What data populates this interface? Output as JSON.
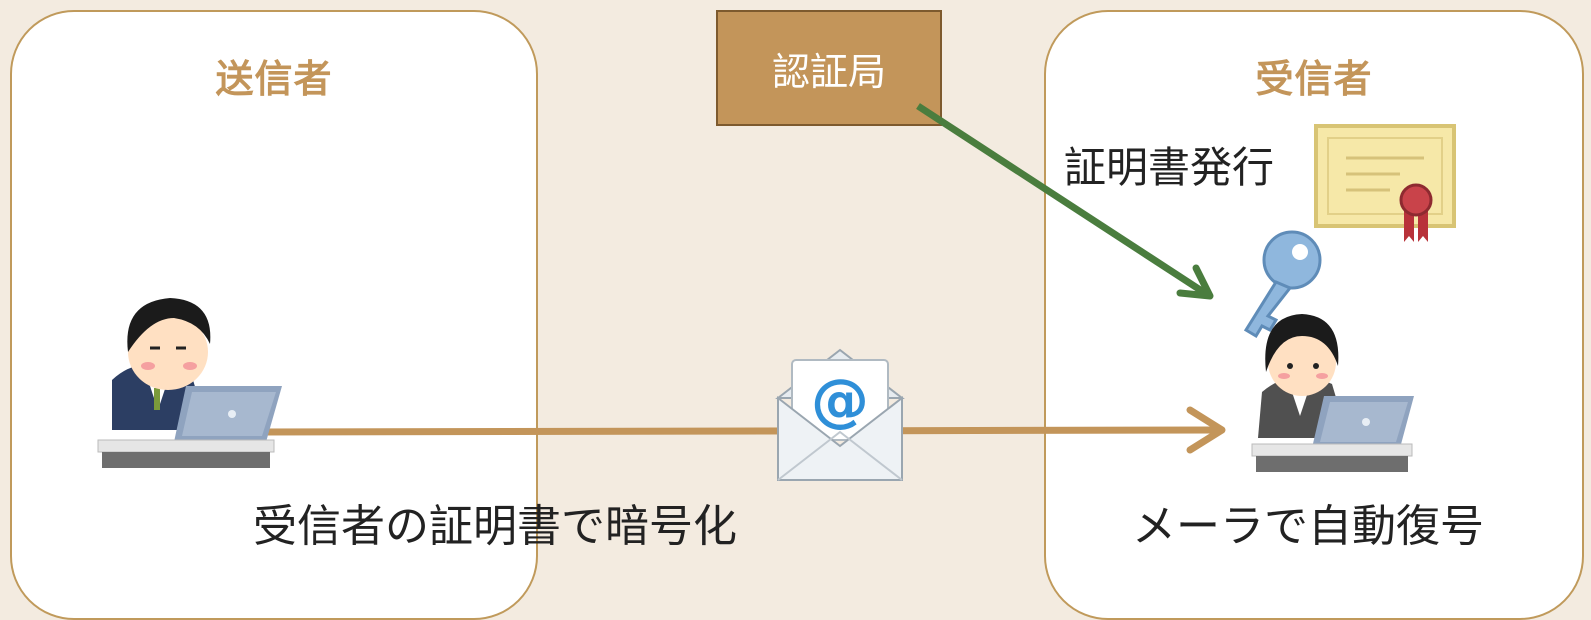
{
  "sender": {
    "title": "送信者"
  },
  "receiver": {
    "title": "受信者"
  },
  "certificate_authority": {
    "label": "認証局"
  },
  "labels": {
    "certificate_issue": "証明書発行",
    "encrypt_with_recipient_cert": "受信者の証明書で暗号化",
    "auto_decrypt_by_mailer": "メーラで自動復号"
  },
  "email_icon": {
    "symbol": "@"
  },
  "colors": {
    "background": "#f3ebe0",
    "accent": "#c3955a",
    "ca_arrow": "#4a7d3e",
    "email_arrow": "#c3955a"
  },
  "icons": [
    "sender-person-laptop-icon",
    "envelope-at-icon",
    "receiver-person-laptop-icon",
    "certificate-icon",
    "key-icon"
  ]
}
